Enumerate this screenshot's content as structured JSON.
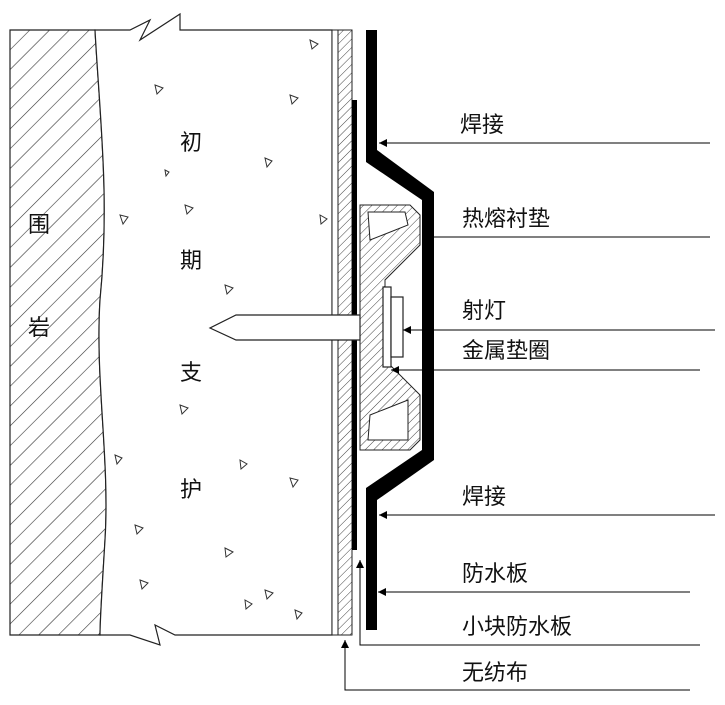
{
  "zones": {
    "rock": {
      "chars": [
        "围",
        "岩"
      ]
    },
    "support": {
      "chars": [
        "初",
        "期",
        "支",
        "护"
      ]
    }
  },
  "callouts": [
    {
      "id": "weld-top",
      "text": "焊接"
    },
    {
      "id": "hot-melt-pad",
      "text": "热熔衬垫"
    },
    {
      "id": "shot-nail",
      "text": "射灯"
    },
    {
      "id": "metal-washer",
      "text": "金属垫圈"
    },
    {
      "id": "weld-bottom",
      "text": "焊接"
    },
    {
      "id": "waterproof-board",
      "text": "防水板"
    },
    {
      "id": "small-waterproof-board",
      "text": "小块防水板"
    },
    {
      "id": "geotextile",
      "text": "无纺布"
    }
  ]
}
